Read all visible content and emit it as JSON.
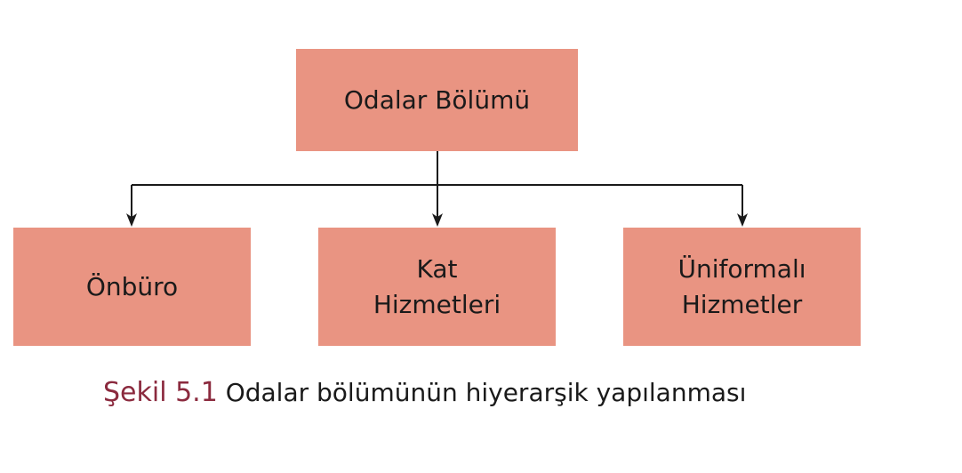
{
  "diagram": {
    "root": {
      "label": "Odalar Bölümü"
    },
    "children": [
      {
        "line1": "Önbüro",
        "line2": ""
      },
      {
        "line1": "Kat",
        "line2": "Hizmetleri"
      },
      {
        "line1": "Üniformalı",
        "line2": "Hizmetler"
      }
    ],
    "box_color": "#E99482",
    "caption": {
      "label": "Şekil 5.1",
      "text": "Odalar bölümünün hiyerarşik yapılanması",
      "label_color": "#8B2A3E"
    }
  }
}
